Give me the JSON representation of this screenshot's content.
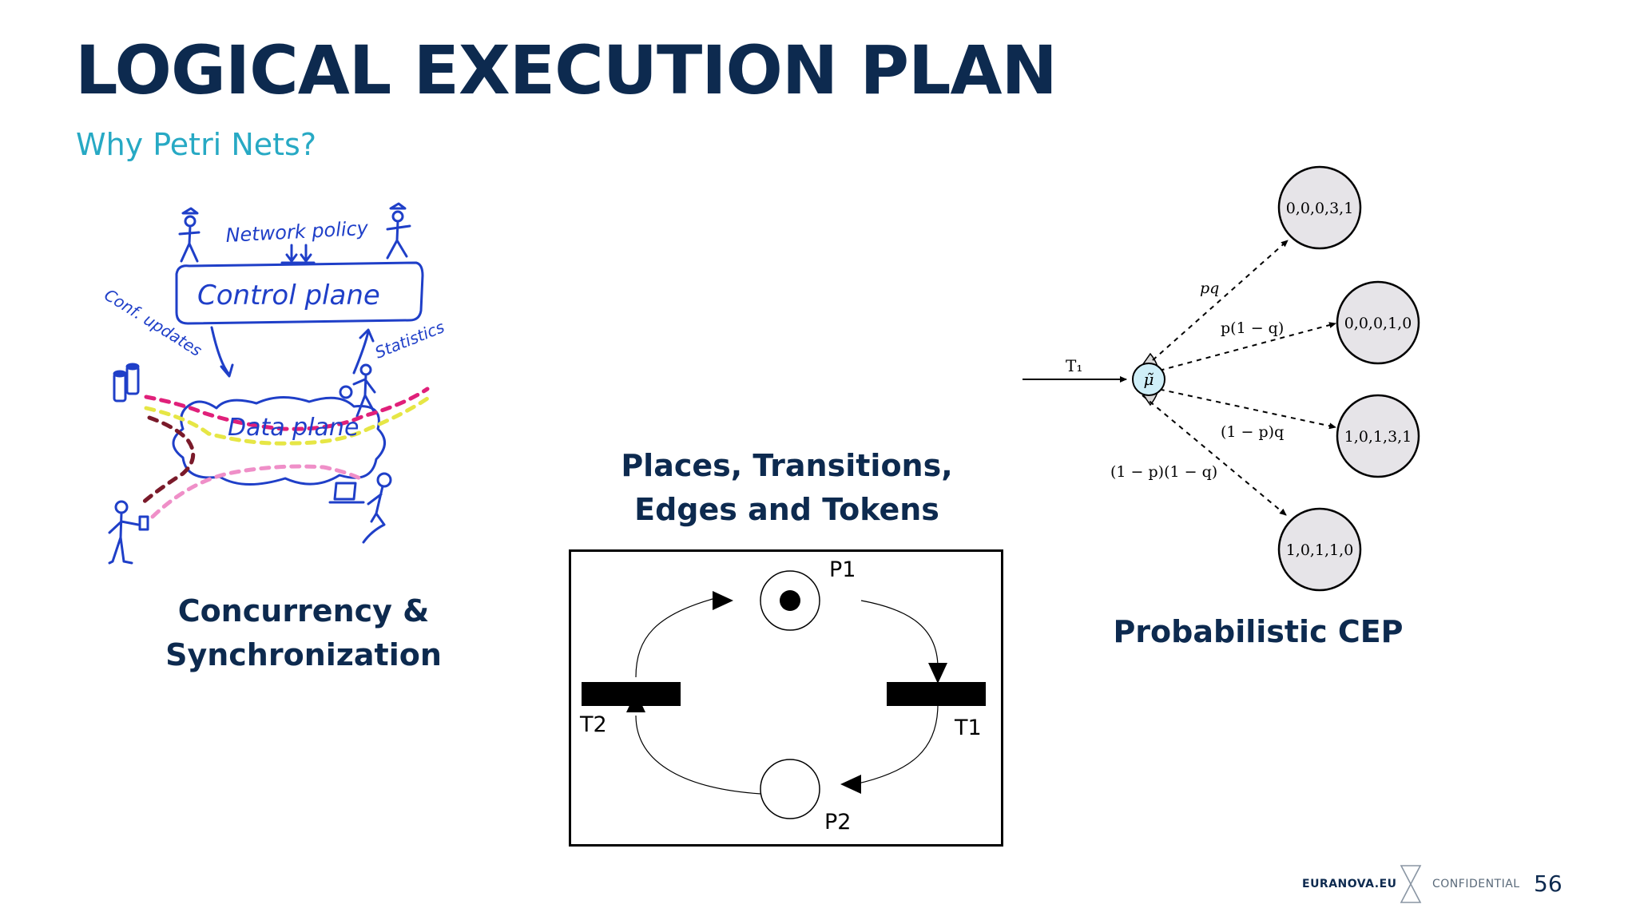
{
  "slide": {
    "title": "LOGICAL EXECUTION PLAN",
    "subtitle": "Why Petri Nets?"
  },
  "sketch": {
    "labels": {
      "network_policy": "Network policy",
      "control_plane": "Control plane",
      "conf_updates": "Conf. updates",
      "statistics": "Statistics",
      "data_plane": "Data plane"
    },
    "caption_line1": "Concurrency &",
    "caption_line2": "Synchronization",
    "ink_color": "#1f3fc8"
  },
  "petri_net": {
    "heading_line1": "Places, Transitions,",
    "heading_line2": "Edges and Tokens",
    "places": [
      "P1",
      "P2"
    ],
    "transitions": [
      "T1",
      "T2"
    ],
    "token_in": "P1"
  },
  "probabilistic": {
    "input_label": "T₁",
    "node_label": "μ̃",
    "edges": [
      {
        "prob": "pq",
        "target": "0,0,0,3,1"
      },
      {
        "prob": "p(1 − q)",
        "target": "0,0,0,1,0"
      },
      {
        "prob": "(1 − p)q",
        "target": "1,0,1,3,1"
      },
      {
        "prob": "(1 − p)(1 − q)",
        "target": "1,0,1,1,0"
      }
    ],
    "caption": "Probabilistic CEP"
  },
  "footer": {
    "brand": "EURANOVA.EU",
    "confidential": "CONFIDENTIAL",
    "page": "56"
  },
  "colors": {
    "title": "#0d2a4f",
    "subtitle": "#27a9c4",
    "sketch_ink": "#1f3fc8",
    "node_fill": "#e6e4e8",
    "center_fill": "#cfeff8"
  }
}
